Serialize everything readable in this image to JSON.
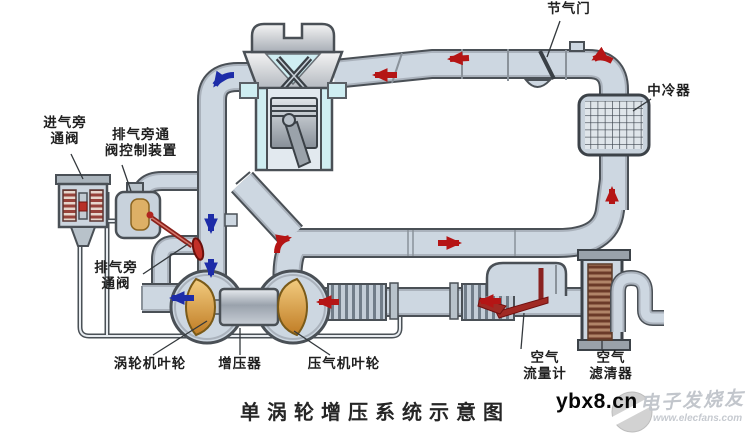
{
  "title": "单涡轮增压系统示意图",
  "labels": {
    "throttle": "节气门",
    "intercooler": "中冷器",
    "intake_bypass_valve": [
      "进气旁",
      "通阀"
    ],
    "wastegate_actuator": [
      "排气旁通",
      "阀控制装置"
    ],
    "wastegate_valve": [
      "排气旁",
      "通阀"
    ],
    "turbine_wheel": "涡轮机叶轮",
    "turbocharger": "增压器",
    "compressor_wheel": "压气机叶轮",
    "air_flow_meter": [
      "空气",
      "流量计"
    ],
    "air_filter": [
      "空气",
      "滤清器"
    ]
  },
  "watermarks": {
    "site": "ybx8.cn",
    "brand": "电子发烧友",
    "brand_url": "www.elecfans.com"
  },
  "legend": {
    "exhaust_flow_color": "#1d2ca8",
    "intake_flow_color": "#b51515"
  },
  "colors": {
    "pipe_fill": "#cdd7e1",
    "pipe_outline": "#4a5056",
    "wheel_gold": "#e2ae54",
    "coolant_blue": "#cfeef2",
    "filter_media": "#8a5640",
    "background": "#ffffff"
  }
}
